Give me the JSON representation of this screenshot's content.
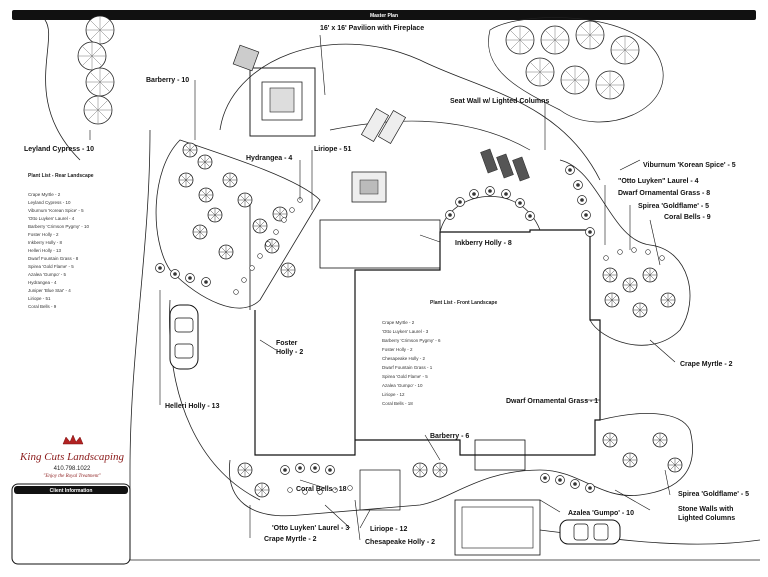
{
  "header": {
    "title": "Master Plan"
  },
  "labels": {
    "pavilion": "16' x 16' Pavilion with Fireplace",
    "barberry_top": "Barberry - 10",
    "leyland": "Leyland Cypress - 10",
    "hydrangea": "Hydrangea - 4",
    "liriope_top": "Liriope - 51",
    "seat_wall": "Seat Wall w/ Lighted Columns",
    "viburnum": "Viburnum 'Korean Spice' - 5",
    "otto_top": "\"Otto Luyken\" Laurel - 4",
    "dwarf_top": "Dwarf Ornamental Grass - 8",
    "spirea_top": "Spirea 'Goldflame' - 5",
    "coral_top": "Coral Bells - 9",
    "inkberry": "Inkberry Holly - 8",
    "foster_1": "Foster",
    "foster_2": "Holly - 2",
    "crape_right": "Crape Myrtle - 2",
    "dwarf_mid": "Dwarf Ornamental Grass - 1",
    "helleri": "Helleri Holly - 13",
    "barberry_mid": "Barberry - 6",
    "coral_bottom": "Coral Bells - 18",
    "otto_bottom": "'Otto Luyken' Laurel - 3",
    "crape_bottom": "Crape Myrtle - 2",
    "liriope_bottom": "Liriope - 12",
    "chesapeake": "Chesapeake Holly - 2",
    "azalea": "Azalea 'Gumpo' - 10",
    "spirea_bottom": "Spirea 'Goldflame' - 5",
    "stone_walls_1": "Stone Walls with",
    "stone_walls_2": "Lighted Columns"
  },
  "rear_list": {
    "title": "Plant List - Rear Landscape",
    "items": [
      "Crape Myrtle - 2",
      "Leyland Cypress - 10",
      "Viburnum 'Korean Spice' - 5",
      "'Otto Luyken' Laurel - 4",
      "Barberry 'Crimson Pygmy' - 10",
      "Foster Holly - 2",
      "Inkberry Holly - 8",
      "Helleri Holly - 13",
      "Dwarf Fountain Grass - 8",
      "Spirea 'Gold Flame' - 5",
      "Azalea 'Gumpo' - 5",
      "Hydrangea - 4",
      "Juniper 'Blue Star' - 4",
      "Liriope - 51",
      "Coral Bells - 9"
    ]
  },
  "front_list": {
    "title": "Plant List - Front Landscape",
    "items": [
      "Crape Myrtle - 2",
      "'Otto Luyken' Laurel - 3",
      "Barberry 'Crimson Pygmy' - 6",
      "Foster Holly - 2",
      "Chesapeake Holly - 2",
      "Dwarf Fountain Grass - 1",
      "Spirea 'Gold Flame' - 5",
      "Azalea 'Gumpo' - 10",
      "Liriope - 12",
      "Coral Bells - 18"
    ]
  },
  "brand": {
    "name": "King Cuts Landscaping",
    "phone": "410.798.1022",
    "tagline": "\"Enjoy the Royal Treatment\""
  },
  "client_box": {
    "title": "Client Information"
  }
}
